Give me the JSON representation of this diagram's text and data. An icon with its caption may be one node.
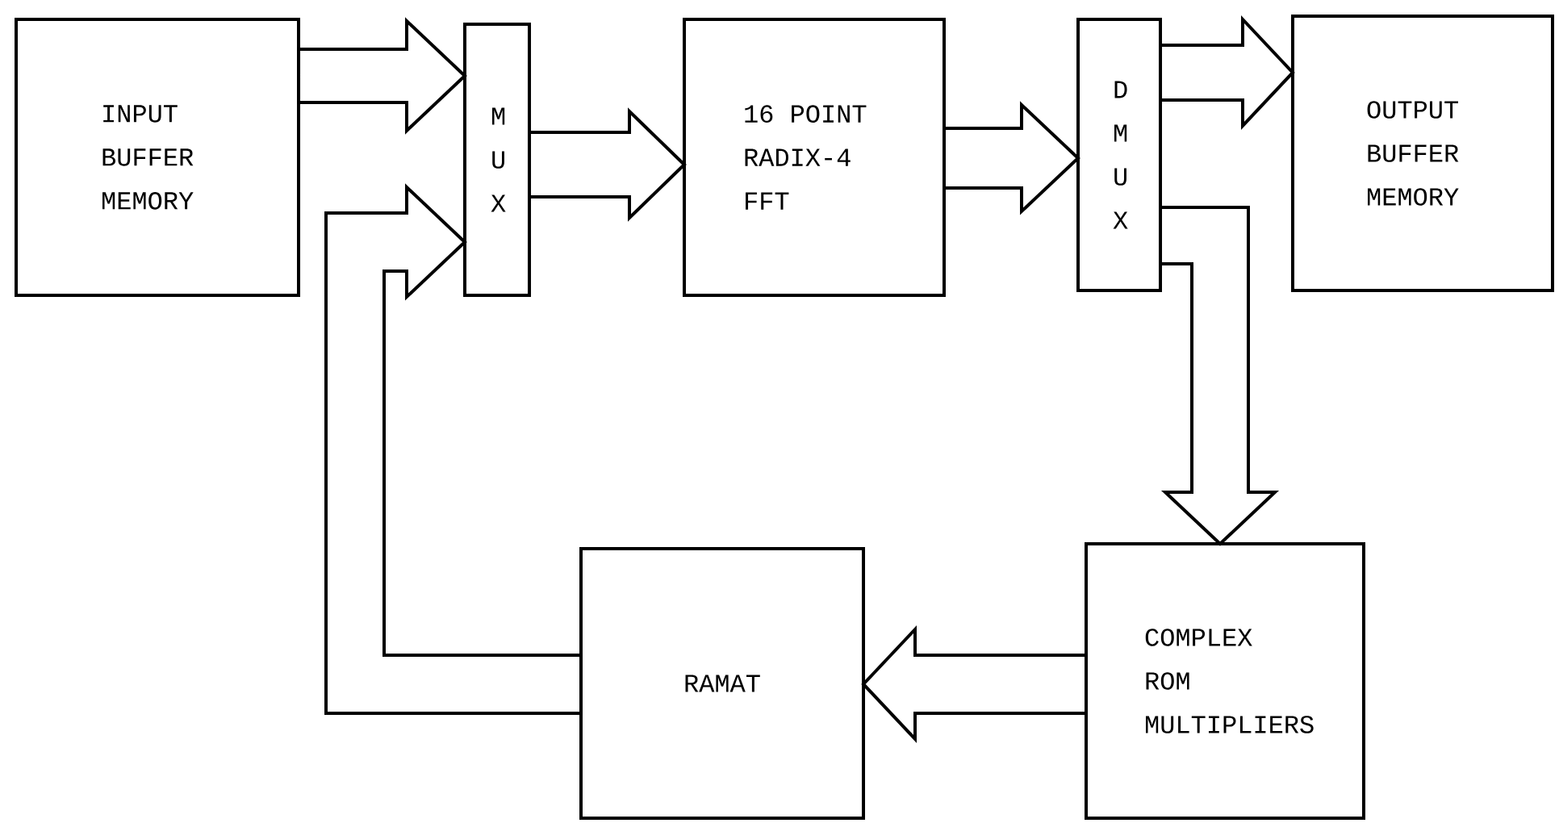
{
  "diagram": {
    "nodes": [
      {
        "text": [
          "INPUT BUFFER MEMORY"
        ]
      },
      {
        "text": [
          "M U X"
        ]
      },
      {
        "text": [
          "16 POINT RADIX-4 FFT"
        ]
      },
      {
        "text": [
          "D M U X"
        ]
      },
      {
        "text": [
          "OUTPUT BUFFER MEMORY"
        ]
      },
      {
        "text": [
          "RAMAT"
        ]
      },
      {
        "text": [
          "COMPLEX ROM MULTIPLIERS"
        ]
      }
    ],
    "edges": [
      {
        "from": 0,
        "to": 1,
        "arrow": "to"
      },
      {
        "from": 1,
        "to": 2,
        "arrow": "to"
      },
      {
        "from": 2,
        "to": 3,
        "arrow": "to"
      },
      {
        "from": 3,
        "to": 4,
        "arrow": "to"
      },
      {
        "from": 3,
        "to": 6,
        "arrow": "to"
      },
      {
        "from": 6,
        "to": 5,
        "arrow": "to"
      },
      {
        "from": 5,
        "to": 1,
        "arrow": "to"
      }
    ]
  }
}
